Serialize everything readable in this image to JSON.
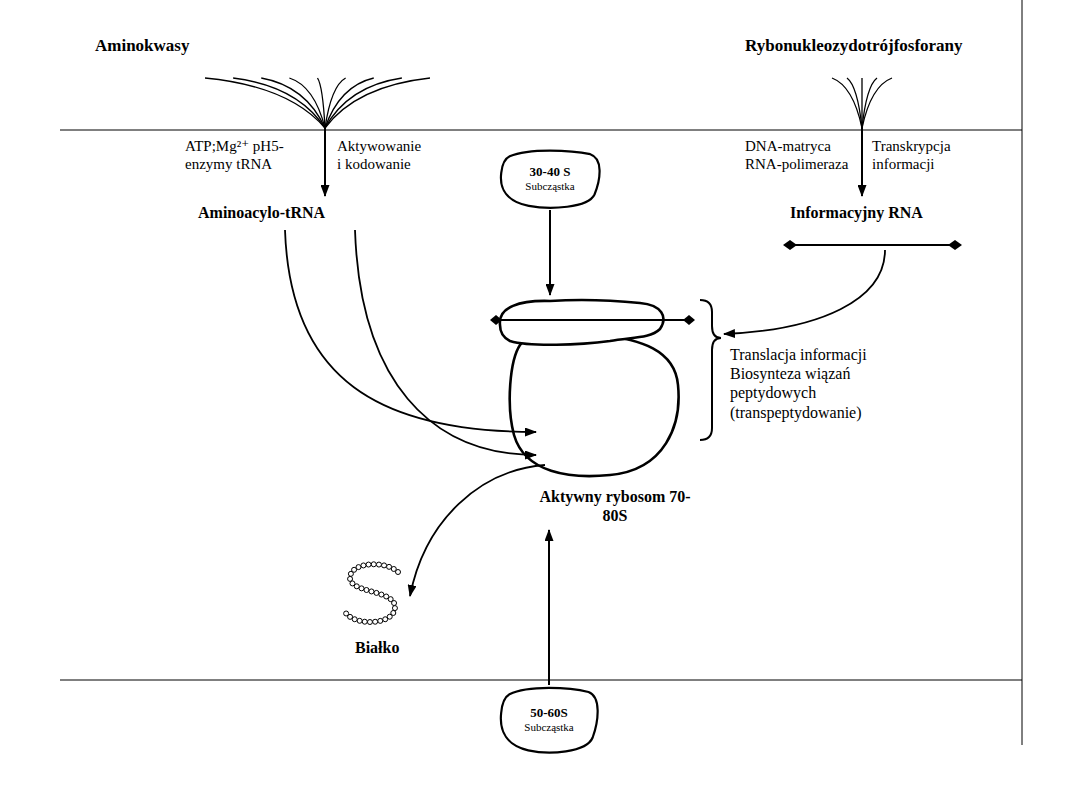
{
  "diagram": {
    "nodes": [
      {
        "text": [
          "30-40 S",
          "Subcząstka"
        ]
      },
      {
        "text": [
          "Aktywny rybosom 70-80S"
        ]
      },
      {
        "text": [
          "50-60S",
          "Subcząstka"
        ]
      }
    ],
    "edges": [
      {
        "from": 0,
        "to": 1,
        "arrow": "to"
      },
      {
        "from": 2,
        "to": 1,
        "arrow": "to"
      }
    ],
    "labels": [
      "Aminokwasy",
      "Rybonukleozydotrójfosforany",
      "ATP;Mg²⁺ pH5-enzymy tRNA",
      "Aktywowanie i kodowanie",
      "DNA-matryca RNA-polimeraza",
      "Transkrypcja informacji",
      "Aminoacylo-tRNA",
      "Informacyjny RNA",
      "Translacja informacji Biosynteza wiązań peptydowych (transpeptydowanie)",
      "Białko"
    ]
  }
}
